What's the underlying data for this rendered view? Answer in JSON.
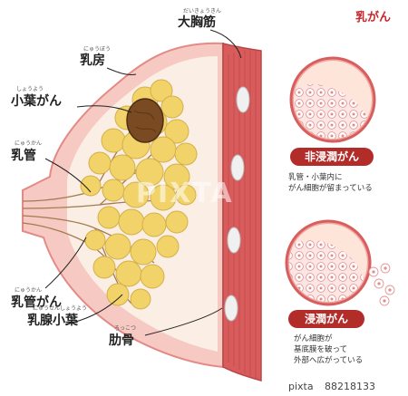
{
  "title": "乳がん",
  "watermark": "PIXTA",
  "labels": {
    "pectoralis": {
      "text": "大胸筋",
      "ruby": "だいきょうきん"
    },
    "breast": {
      "text": "乳房",
      "ruby": "にゅうぼう"
    },
    "lobule": {
      "text": "小葉がん",
      "ruby": "しょうよう"
    },
    "duct": {
      "text": "乳管",
      "ruby": "にゅうかん"
    },
    "duct_cancer": {
      "text": "乳管がん",
      "ruby": "にゅうかん"
    },
    "gland_lobule": {
      "text": "乳腺小葉",
      "ruby": "にゅうせんしょうよう"
    },
    "rib": {
      "text": "肋骨",
      "ruby": "ろっこつ"
    }
  },
  "panels": [
    {
      "badge": "非浸潤がん",
      "description": [
        "乳管・小葉内に",
        "がん細胞が留まっている"
      ]
    },
    {
      "badge": "浸潤がん",
      "description": [
        "がん細胞が",
        "基底膜を破って",
        "外部へ広がっている"
      ]
    }
  ],
  "footer": {
    "brand": "pixta",
    "id": "88218133"
  },
  "colors": {
    "title": "#c8282e",
    "badge": "#b22d2a",
    "skin": "#f6c9c3",
    "skin_outline": "#e48a86",
    "muscle": "#d95c5c",
    "gland": "#f2d36a",
    "tumor": "#7a4a22"
  }
}
